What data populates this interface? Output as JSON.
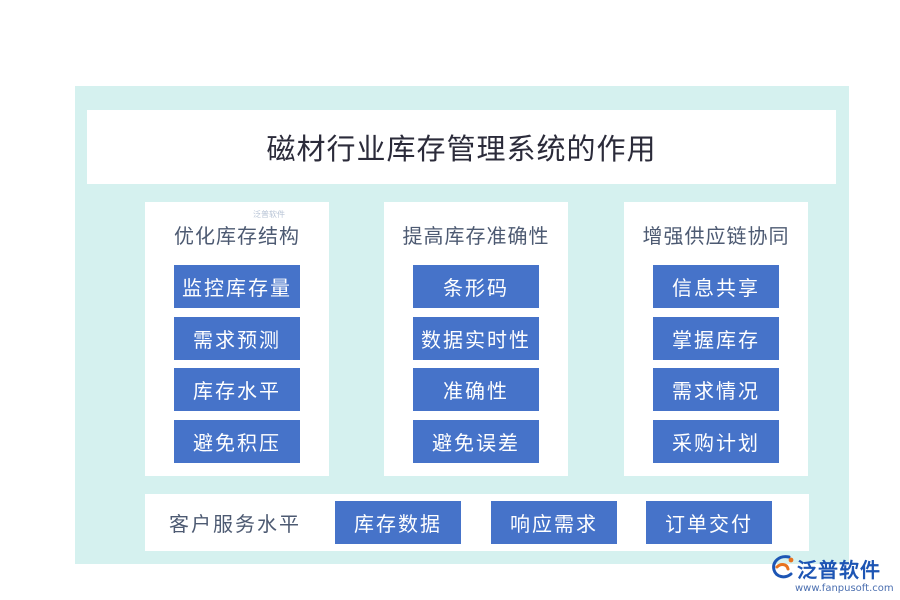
{
  "title": "磁材行业库存管理系统的作用",
  "columns": [
    {
      "heading": "优化库存结构",
      "items": [
        "监控库存量",
        "需求预测",
        "库存水平",
        "避免积压"
      ]
    },
    {
      "heading": "提高库存准确性",
      "items": [
        "条形码",
        "数据实时性",
        "准确性",
        "避免误差"
      ]
    },
    {
      "heading": "增强供应链协同",
      "items": [
        "信息共享",
        "掌握库存",
        "需求情况",
        "采购计划"
      ]
    }
  ],
  "bottom": {
    "heading": "客户服务水平",
    "items": [
      "库存数据",
      "响应需求",
      "订单交付"
    ]
  },
  "watermark_small": "泛普软件",
  "logo": {
    "name": "泛普软件",
    "url": "www.fanpusoft.com"
  },
  "colors": {
    "frame": "#d5f1ef",
    "button": "#4673c9",
    "heading": "#4d5a72",
    "logo": "#1d55b4"
  }
}
